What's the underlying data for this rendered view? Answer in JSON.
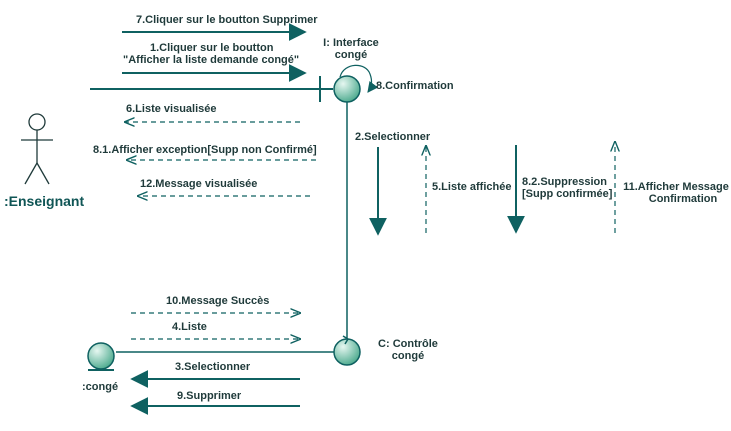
{
  "actor": {
    "label": ":Enseignant"
  },
  "objects": {
    "interface": {
      "label_line1": "I: Interface",
      "label_line2": "congé"
    },
    "controle": {
      "label_line1": "C: Contrôle",
      "label_line2": "congé"
    },
    "entite": {
      "label": ":congé"
    }
  },
  "messages": {
    "m7": "7.Cliquer sur le boutton Supprimer",
    "m1_line1": "1.Cliquer sur le boutton",
    "m1_line2": "\"Afficher la liste demande congé\"",
    "m8": "8.Confirmation",
    "m6": "6.Liste visualisée",
    "m81": "8.1.Afficher exception[Supp non Confirmé]",
    "m12": "12.Message visualisée",
    "m2": "2.Selectionner",
    "m5": "5.Liste affichée",
    "m82_line1": "8.2.Suppression",
    "m82_line2": "[Supp confirmée]",
    "m11_line1": "11.Afficher Message",
    "m11_line2": "Confirmation",
    "m10": "10.Message Succès",
    "m4": "4.Liste",
    "m3": "3.Selectionner",
    "m9": "9.Supprimer"
  },
  "colors": {
    "line": "#0f6161",
    "object_fill_light": "#e6f7f1",
    "object_fill_dark": "#4aa98c",
    "text": "#1f3a3a"
  }
}
